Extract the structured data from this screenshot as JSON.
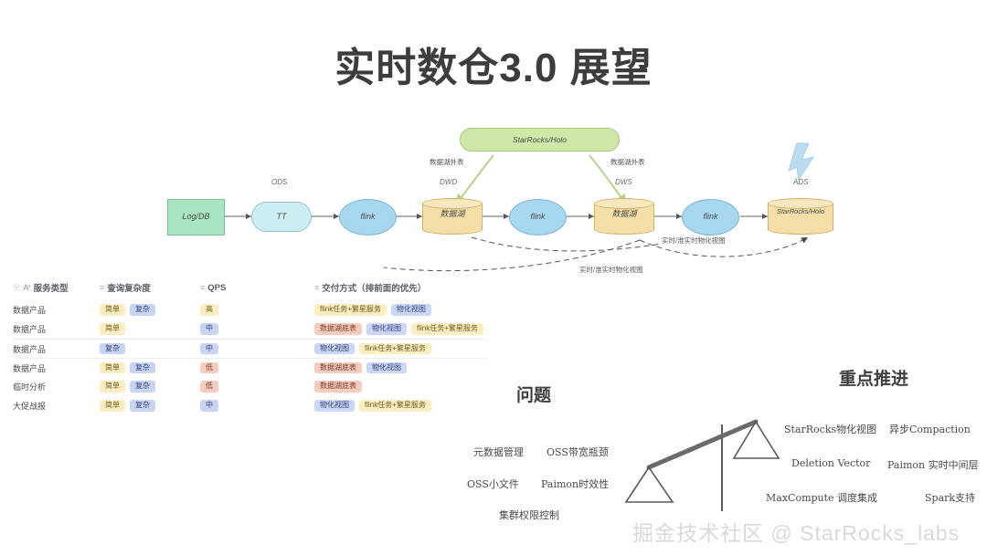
{
  "title": "实时数仓3.0 展望",
  "flow": {
    "top_box": "StarRocks/Holo",
    "ads_label": "ADS",
    "external_table_label_left": "数据湖外表",
    "external_table_label_right": "数据湖外表",
    "stages": {
      "ods": "ODS",
      "dwd": "DWD",
      "dws": "DWS"
    },
    "nodes": {
      "source": "Log/DB",
      "tt": "TT",
      "flink1": "flink",
      "lake1": "数据湖",
      "flink2": "flink",
      "lake2": "数据湖",
      "flink3": "flink",
      "serving": "StarRocks/Holo"
    },
    "dashed_labels": {
      "upper": "实时/准实时物化视图",
      "lower": "实时/准实时物化视图"
    }
  },
  "table": {
    "headers": [
      {
        "label": "服务类型",
        "icons": [
          "lock-icon",
          "text-field-icon"
        ]
      },
      {
        "label": "查询复杂度",
        "icons": [
          "list-icon"
        ]
      },
      {
        "label": "QPS",
        "icons": [
          "list-icon"
        ]
      },
      {
        "label": "交付方式（排前面的优先）",
        "icons": [
          "list-icon"
        ]
      }
    ],
    "rows": [
      {
        "service": "数据产品",
        "complexity": [
          {
            "text": "简单",
            "color": "yellow"
          },
          {
            "text": "复杂",
            "color": "blue"
          }
        ],
        "qps": [
          {
            "text": "高",
            "color": "yellow"
          }
        ],
        "delivery": [
          {
            "text": "flink任务+繁星服务",
            "color": "yellow"
          },
          {
            "text": "物化视图",
            "color": "purple"
          }
        ]
      },
      {
        "service": "数据产品",
        "complexity": [
          {
            "text": "简单",
            "color": "yellow"
          }
        ],
        "qps": [
          {
            "text": "中",
            "color": "blue"
          }
        ],
        "delivery": [
          {
            "text": "数据湖底表",
            "color": "red"
          },
          {
            "text": "物化视图",
            "color": "purple"
          },
          {
            "text": "flink任务+繁星服务",
            "color": "yellow"
          }
        ]
      },
      {
        "service": "数据产品",
        "complexity": [
          {
            "text": "复杂",
            "color": "blue"
          }
        ],
        "qps": [
          {
            "text": "中",
            "color": "blue"
          }
        ],
        "delivery": [
          {
            "text": "物化视图",
            "color": "purple"
          },
          {
            "text": "flink任务+繁星服务",
            "color": "yellow"
          }
        ]
      },
      {
        "service": "数据产品",
        "complexity": [
          {
            "text": "简单",
            "color": "yellow"
          },
          {
            "text": "复杂",
            "color": "blue"
          }
        ],
        "qps": [
          {
            "text": "低",
            "color": "red"
          }
        ],
        "delivery": [
          {
            "text": "数据湖底表",
            "color": "red"
          },
          {
            "text": "物化视图",
            "color": "purple"
          }
        ]
      },
      {
        "service": "临时分析",
        "complexity": [
          {
            "text": "简单",
            "color": "yellow"
          },
          {
            "text": "复杂",
            "color": "blue"
          }
        ],
        "qps": [
          {
            "text": "低",
            "color": "red"
          }
        ],
        "delivery": [
          {
            "text": "数据湖底表",
            "color": "red"
          }
        ]
      },
      {
        "service": "大促战报",
        "complexity": [
          {
            "text": "简单",
            "color": "yellow"
          },
          {
            "text": "复杂",
            "color": "blue"
          }
        ],
        "qps": [
          {
            "text": "中",
            "color": "blue"
          }
        ],
        "delivery": [
          {
            "text": "物化视图",
            "color": "purple"
          },
          {
            "text": "flink任务+繁星服务",
            "color": "yellow"
          }
        ]
      }
    ]
  },
  "problems": {
    "title": "问题",
    "items": [
      "元数据管理",
      "OSS带宽瓶颈",
      "OSS小文件",
      "Paimon时效性",
      "集群权限控制"
    ]
  },
  "priorities": {
    "title": "重点推进",
    "items": [
      "StarRocks物化视图",
      "异步Compaction",
      "Deletion Vector",
      "Paimon 实时中间层",
      "MaxCompute 调度集成",
      "Spark支持"
    ]
  },
  "watermark": "掘金技术社区 @ StarRocks_labs"
}
